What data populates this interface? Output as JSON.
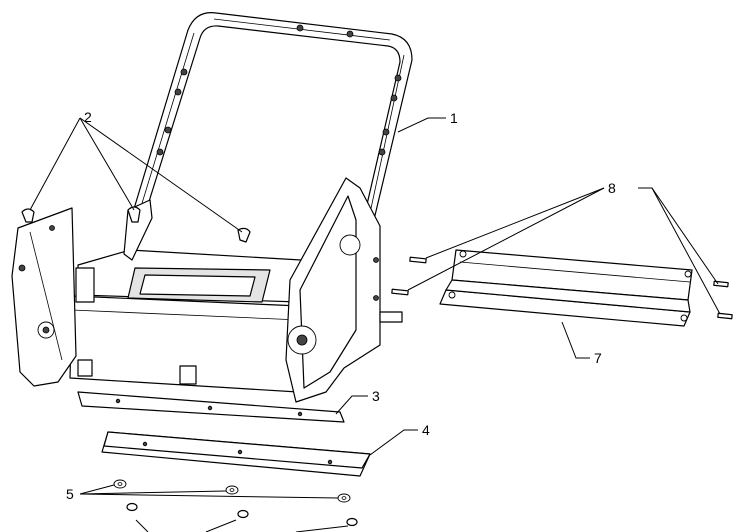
{
  "callouts": {
    "c1": "1",
    "c2": "2",
    "c3": "3",
    "c4": "4",
    "c5": "5",
    "c7": "7",
    "c8": "8"
  }
}
